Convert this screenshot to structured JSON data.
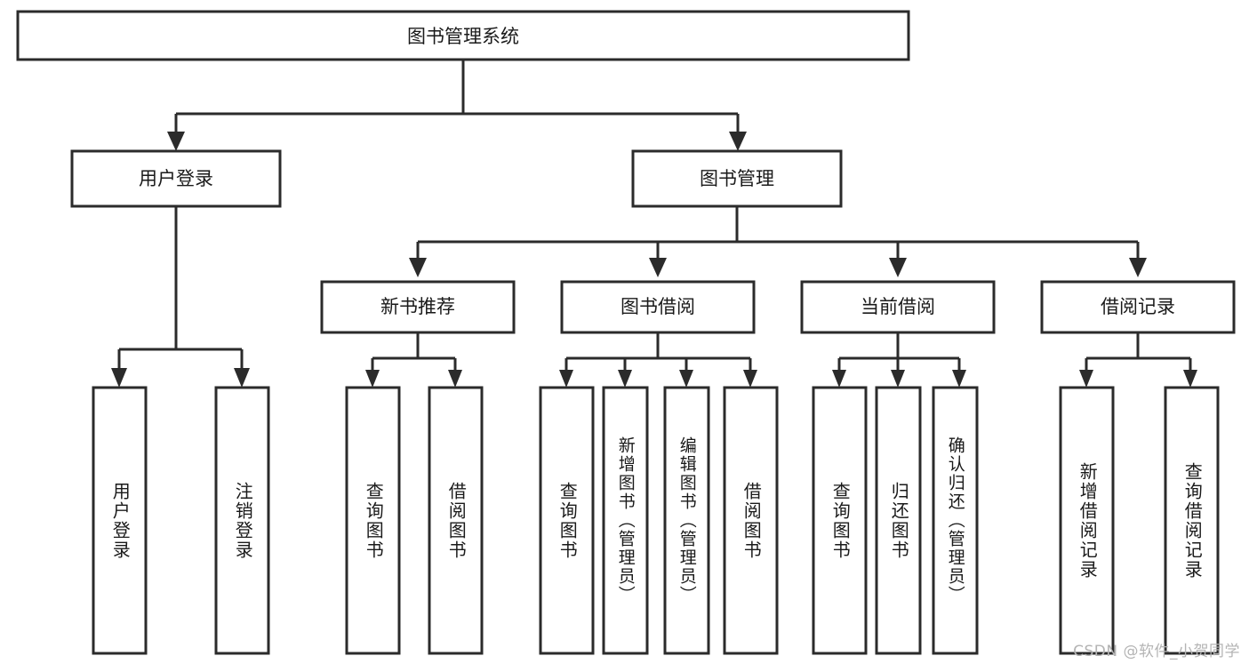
{
  "diagram": {
    "type": "tree-hierarchy",
    "title": "图书管理系统",
    "root": {
      "label": "图书管理系统",
      "children": [
        {
          "label": "用户登录",
          "children": [
            {
              "label": "用户登录"
            },
            {
              "label": "注销登录"
            }
          ]
        },
        {
          "label": "图书管理",
          "children": [
            {
              "label": "新书推荐",
              "children": [
                {
                  "label": "查询图书"
                },
                {
                  "label": "借阅图书"
                }
              ]
            },
            {
              "label": "图书借阅",
              "children": [
                {
                  "label": "查询图书"
                },
                {
                  "label": "新增图书（管理员）"
                },
                {
                  "label": "编辑图书（管理员）"
                },
                {
                  "label": "借阅图书"
                }
              ]
            },
            {
              "label": "当前借阅",
              "children": [
                {
                  "label": "查询图书"
                },
                {
                  "label": "归还图书"
                },
                {
                  "label": "确认归还（管理员）"
                }
              ]
            },
            {
              "label": "借阅记录",
              "children": [
                {
                  "label": "新增借阅记录"
                },
                {
                  "label": "查询借阅记录"
                }
              ]
            }
          ]
        }
      ]
    },
    "nodes": {
      "root": "图书管理系统",
      "level2": {
        "user_login": "用户登录",
        "book_manage": "图书管理"
      },
      "level3": {
        "new_book_rec": "新书推荐",
        "book_borrow": "图书借阅",
        "current_borrow": "当前借阅",
        "borrow_record": "借阅记录"
      },
      "leaves": {
        "user_login_1": "用户登录",
        "user_login_2": "注销登录",
        "new_book_1": "查询图书",
        "new_book_2": "借阅图书",
        "borrow_1": "查询图书",
        "borrow_2": "新增图书（管理员）",
        "borrow_3": "编辑图书（管理员）",
        "borrow_4": "借阅图书",
        "current_1": "查询图书",
        "current_2": "归还图书",
        "current_3": "确认归还（管理员）",
        "record_1": "新增借阅记录",
        "record_2": "查询借阅记录"
      }
    },
    "colors": {
      "stroke": "#2b2b2b",
      "fill": "#ffffff",
      "text": "#1a1a1a",
      "watermark": "#b4b4b4"
    }
  },
  "watermark": {
    "text": "CSDN @软件_小贺同学"
  }
}
